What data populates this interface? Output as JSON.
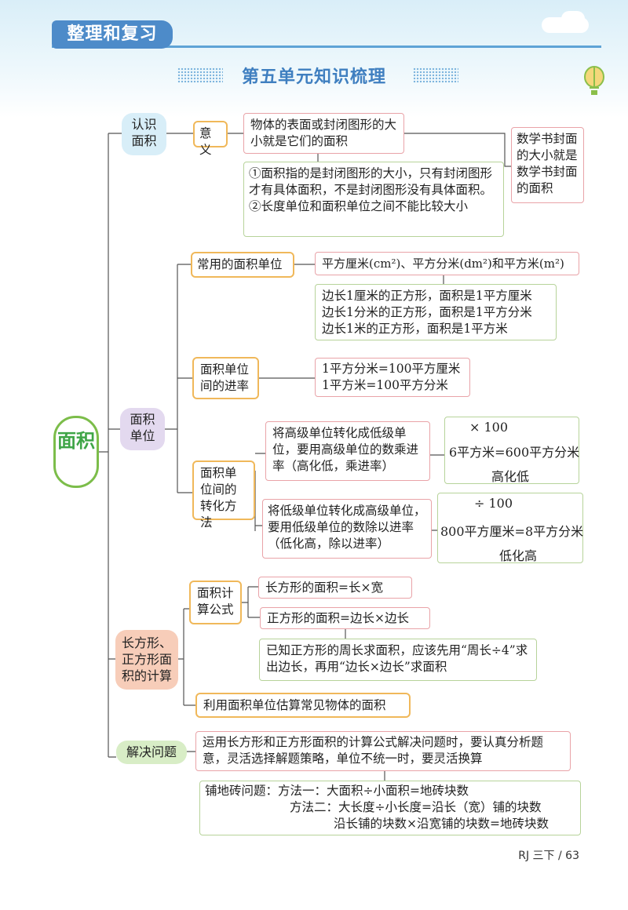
{
  "header": {
    "badge": "整理和复习",
    "title": "第五单元知识梳理"
  },
  "root": "面积",
  "sections": {
    "recognize": {
      "label": "认识面积",
      "meaning_label": "意义",
      "definition": "物体的表面或封闭图形的大小就是它们的面积",
      "example": "数学书封面的大小就是数学书封面的面积",
      "notes": [
        "①面积指的是封闭图形的大小，只有封闭图形才有具体面积，不是封闭图形没有具体面积。",
        "②长度单位和面积单位之间不能比较大小"
      ]
    },
    "units": {
      "label": "面积单位",
      "common_label": "常用的面积单位",
      "common_value": "平方厘米(cm²)、平方分米(dm²)和平方米(m²)",
      "common_detail": [
        "边长1厘米的正方形，面积是1平方厘米",
        "边长1分米的正方形，面积是1平方分米",
        "边长1米的正方形，面积是1平方米"
      ],
      "rate_label": "面积单位间的进率",
      "rate_detail": [
        "1平方分米=100平方厘米",
        "1平方米=100平方分米"
      ],
      "convert_label": "面积单位间的转化方法",
      "high_to_low": "将高级单位转化成低级单位，要用高级单位的数乘进率（高化低，乘进率）",
      "low_to_high": "将低级单位转化成高级单位，要用低级单位的数除以进率（低化高，除以进率）",
      "ex1": {
        "op": "× 100",
        "formula": "6平方米=600平方分米",
        "caption": "高化低"
      },
      "ex2": {
        "op": "÷ 100",
        "formula": "800平方厘米=8平方分米",
        "caption": "低化高"
      }
    },
    "calc": {
      "label": "长方形、正方形面积的计算",
      "formula_label": "面积计算公式",
      "rect": "长方形的面积=长×宽",
      "square": "正方形的面积=边长×边长",
      "square_note": "已知正方形的周长求面积，应该先用“周长÷4”求出边长，再用“边长×边长”求面积",
      "estimate": "利用面积单位估算常见物体的面积"
    },
    "solve": {
      "label": "解决问题",
      "detail": "运用长方形和正方形面积的计算公式解决问题时，要认真分析题意，灵活选择解题策略，单位不统一时，要灵活换算",
      "tile_title": "铺地砖问题：",
      "method1": "方法一：大面积÷小面积=地砖块数",
      "method2": "方法二：大长度÷小长度=沿长（宽）铺的块数",
      "method2b": "沿长铺的块数×沿宽铺的块数=地砖块数"
    }
  },
  "footer": {
    "page": "RJ 三下 / 63"
  }
}
